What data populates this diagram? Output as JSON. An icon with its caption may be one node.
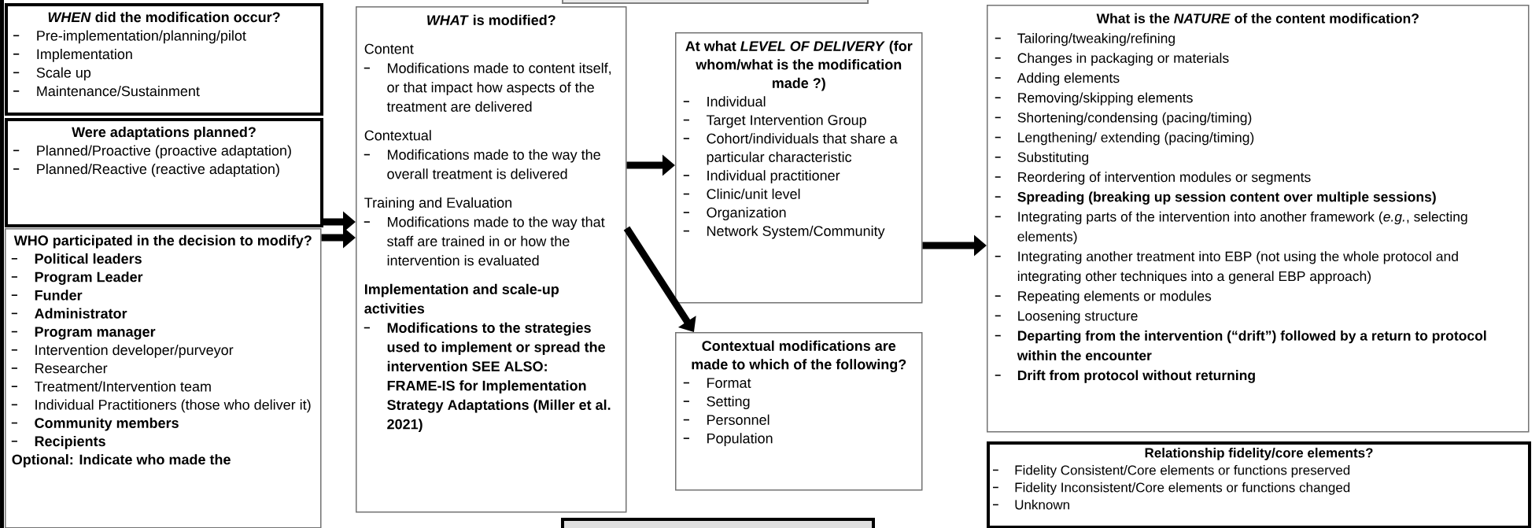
{
  "diagram": {
    "nodes": [
      {
        "text": [
          "*WHEN* did the modification occur?",
          "Pre-implementation/planning/pilot",
          "Implementation",
          "Scale up",
          "Maintenance/Sustainment"
        ]
      },
      {
        "text": [
          "Were adaptations planned?",
          "Planned/Proactive (proactive adaptation)",
          "Planned/Reactive (reactive adaptation)"
        ]
      },
      {
        "text": [
          "WHO participated in the decision to modify?",
          "Political leaders",
          "Program Leader",
          "Funder",
          "Administrator",
          "Program manager",
          "Intervention developer/purveyor",
          "Researcher",
          "Treatment/Intervention team",
          "Individual Practitioners (those who deliver it)",
          "Community members",
          "Recipients",
          "Optional: Indicate who made the"
        ]
      },
      {
        "text": [
          "*WHAT* is modified?",
          "Content",
          "Modifications made to content itself, or that impact how aspects of the treatment are delivered",
          "Contextual",
          "Modifications made to the way the overall treatment is delivered",
          "Training and Evaluation",
          "Modifications made to the way that staff are trained in or how the intervention is evaluated",
          "Implementation and scale-up activities",
          "Modifications to the strategies used to implement or spread the intervention SEE ALSO: FRAME-IS for Implementation Strategy Adaptations (Miller et al. 2021)"
        ]
      },
      {
        "text": [
          "At what *LEVEL OF DELIVERY* (for whom/what is the modification made ?)",
          "Individual",
          "Target Intervention Group",
          "Cohort/individuals that share a particular characteristic",
          "Individual practitioner",
          "Clinic/unit level",
          "Organization",
          "Network System/Community"
        ]
      },
      {
        "text": [
          "Contextual modifications are made to which of the following?",
          "Format",
          "Setting",
          "Personnel",
          "Population"
        ]
      },
      {
        "text": [
          "What is the *NATURE* of the content modification?",
          "Tailoring/tweaking/refining",
          "Changes in packaging or materials",
          "Adding elements",
          "Removing/skipping elements",
          "Shortening/condensing (pacing/timing)",
          "Lengthening/ extending (pacing/timing)",
          "Substituting",
          "Reordering of intervention modules or segments",
          "Spreading (breaking up session content over multiple sessions)",
          "Integrating parts of the intervention into another framework (*e.g.*, selecting elements)",
          "Integrating another treatment into EBP (not using the whole protocol and integrating other techniques into a general EBP approach)",
          "Repeating elements or modules",
          "Loosening structure",
          "Departing from the intervention (“drift”) followed by a return to protocol within the encounter",
          "Drift from protocol without returning"
        ]
      },
      {
        "text": [
          "Relationship fidelity/core elements?",
          "Fidelity Consistent/Core elements or functions preserved",
          "Fidelity Inconsistent/Core elements or functions changed",
          "Unknown"
        ]
      }
    ],
    "edges": [
      {
        "from": 1,
        "to": 3,
        "arrow": "to"
      },
      {
        "from": 2,
        "to": 3,
        "arrow": "to"
      },
      {
        "from": 3,
        "to": 4,
        "arrow": "to"
      },
      {
        "from": 3,
        "to": 5,
        "arrow": "to"
      },
      {
        "from": 4,
        "to": 6,
        "arrow": "to"
      }
    ]
  }
}
